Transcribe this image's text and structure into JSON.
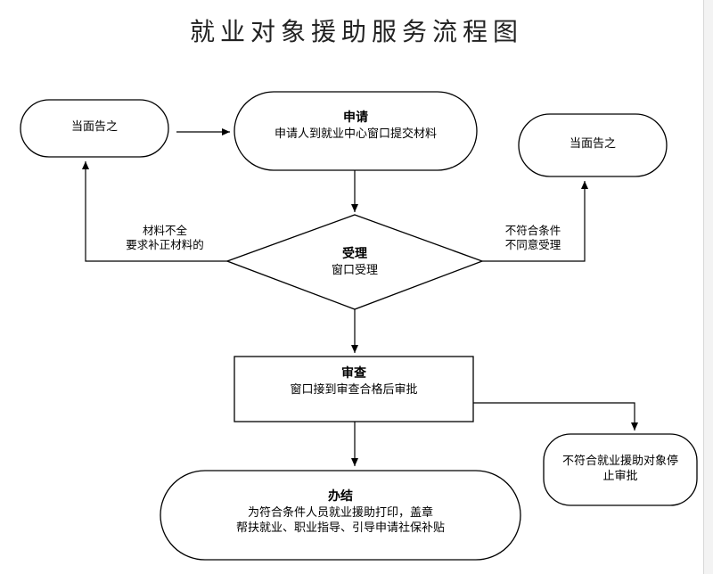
{
  "title": "就业对象援助服务流程图",
  "nodes": {
    "notify_left": {
      "text": "当面告之"
    },
    "apply": {
      "heading": "申请",
      "text": "申请人到就业中心窗口提交材料"
    },
    "notify_right": {
      "text": "当面告之"
    },
    "accept": {
      "heading": "受理",
      "text": "窗口受理"
    },
    "review": {
      "heading": "审查",
      "text": "窗口接到审查合格后审批"
    },
    "reject": {
      "text": "不符合就业援助对象停止审批"
    },
    "finish": {
      "heading": "办结",
      "line1": "为符合条件人员就业援助打印，盖章",
      "line2": "帮扶就业、职业指导、引导申请社保补贴"
    }
  },
  "edges": {
    "incomplete": {
      "line1": "材料不全",
      "line2": "要求补正材料的"
    },
    "not_qualified": {
      "line1": "不符合条件",
      "line2": "不同意受理"
    }
  }
}
